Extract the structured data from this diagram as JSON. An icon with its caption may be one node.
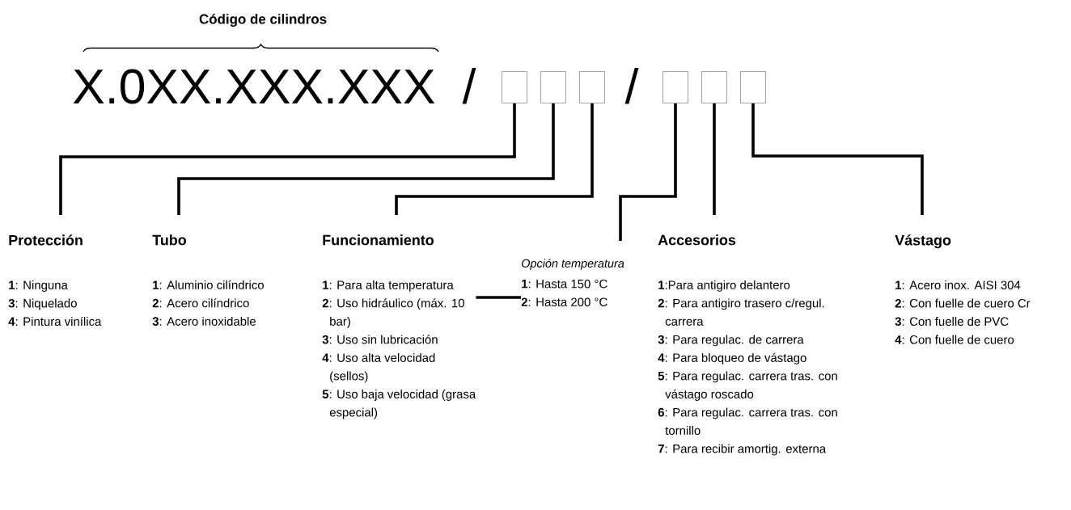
{
  "diagram": {
    "nodes": [
      {
        "text": [
          "X.0XX.XXX.XXX"
        ],
        "beside": [
          "Código de cilindros"
        ]
      },
      {
        "text": [],
        "shape": "box"
      },
      {
        "text": [],
        "shape": "box"
      },
      {
        "text": [],
        "shape": "box"
      },
      {
        "text": [],
        "shape": "box"
      },
      {
        "text": [],
        "shape": "box"
      },
      {
        "text": [],
        "shape": "box"
      },
      {
        "text": [
          "Protección",
          "**1**: Ninguna",
          "**3**: Niquelado",
          "**4**: Pintura vinílica"
        ]
      },
      {
        "text": [
          "Tubo",
          "**1**: Aluminio cilíndrico",
          "**2**: Acero cilíndrico",
          "**3**: Acero inoxidable"
        ]
      },
      {
        "text": [
          "Funcionamiento",
          "**1**: Para alta temperatura",
          "**2**: Uso hidráulico (máx. 10 bar)",
          "**3**: Uso sin lubricación",
          "**4**: Uso alta velocidad (sellos)",
          "**5**: Uso baja velocidad (grasa especial)"
        ]
      },
      {
        "text": [
          "Opción temperatura",
          "**1**: Hasta 150 °C",
          "**2**: Hasta 200 °C"
        ]
      },
      {
        "text": [
          "Accesorios",
          "**1**:Para antigiro delantero",
          "**2**: Para antigiro trasero c/regul. carrera",
          "**3**: Para regulac. de carrera",
          "**4**: Para bloqueo de vástago",
          "**5**: Para regulac. carrera tras. con vástago roscado",
          "**6**: Para regulac. carrera tras. con tornillo",
          "**7**: Para recibir amortig. externa"
        ]
      },
      {
        "text": [
          "Vástago",
          "**1**: Acero inox. AISI 304",
          "**2**: Con fuelle de cuero Cr",
          "**3**: Con fuelle de PVC",
          "**4**: Con fuelle de cuero"
        ]
      }
    ],
    "edges": [
      {
        "from": 1,
        "to": 7,
        "arrow": "none"
      },
      {
        "from": 2,
        "to": 8,
        "arrow": "none"
      },
      {
        "from": 3,
        "to": 9,
        "arrow": "none"
      },
      {
        "from": 4,
        "to": 10,
        "arrow": "none"
      },
      {
        "from": 5,
        "to": 11,
        "arrow": "none"
      },
      {
        "from": 6,
        "to": 12,
        "arrow": "none"
      },
      {
        "from": 9,
        "to": 10,
        "arrow": "none"
      }
    ],
    "labels": [
      "/",
      "/"
    ]
  }
}
